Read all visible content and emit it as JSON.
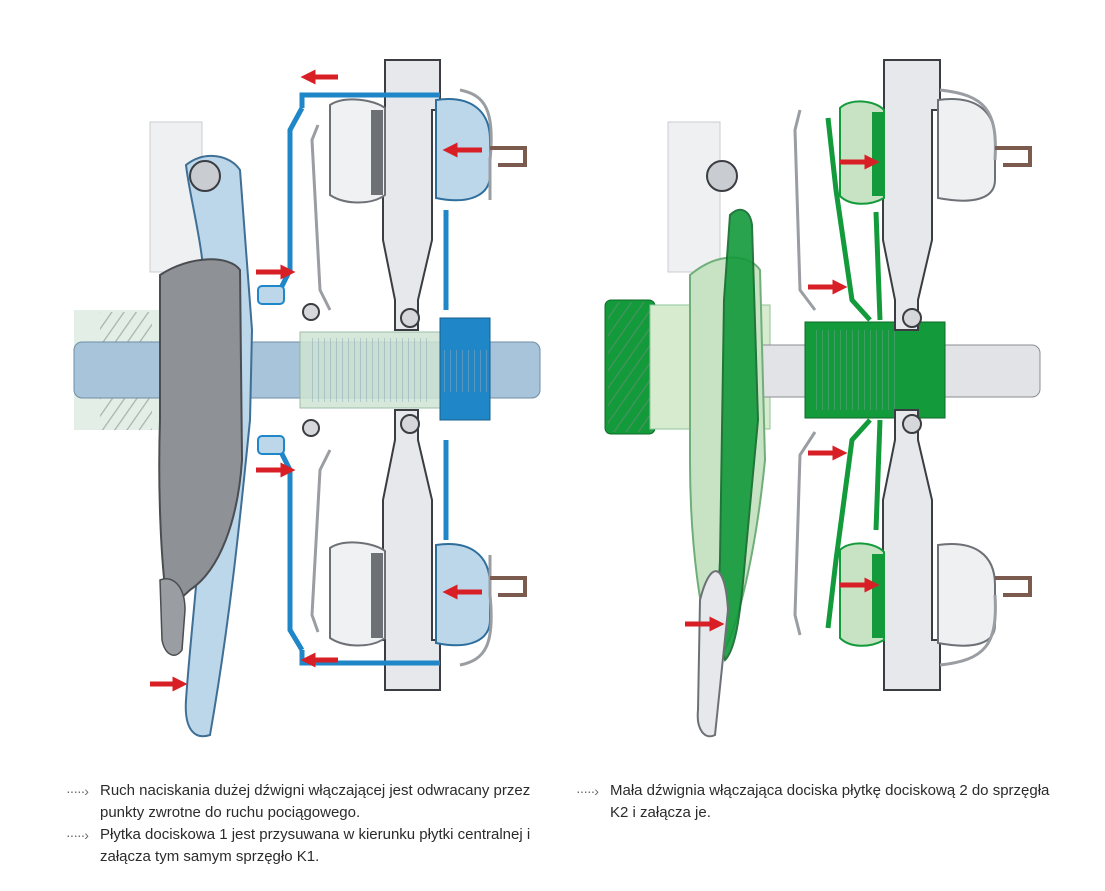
{
  "colors": {
    "steel_light": "#e6e8eb",
    "steel": "#c5c9ce",
    "steel_dark": "#6d7176",
    "outline": "#3a3d41",
    "blue": "#1f87c8",
    "blue_light": "#bcd6ea",
    "green": "#139a3b",
    "green_light": "#c8e3c3",
    "lever_gray": "#8e9195",
    "arrow_red": "#d81f26",
    "brown": "#7b5b4e"
  },
  "icons": {
    "bullet": "dotted-arrow-icon",
    "force": "red-arrow-icon"
  },
  "captions": {
    "left": [
      {
        "text": "Ruch naciskania dużej dźwigni włączającej jest odwracany przez punkty zwrotne do ruchu pociągowego."
      },
      {
        "text": "Płytka dociskowa 1 jest przysuwana w kierunku płytki centralnej i załącza tym samym sprzęgło K1."
      }
    ],
    "right": [
      {
        "text": "Mała dźwignia włączająca dociska płytkę dociskową 2 do sprzęgła K2 i załącza je."
      }
    ]
  }
}
